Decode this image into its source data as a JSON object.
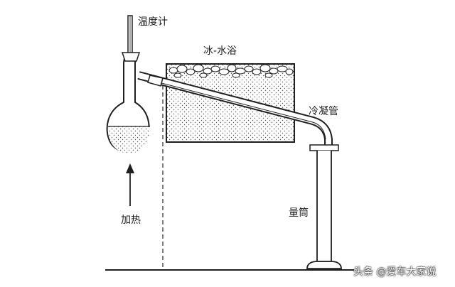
{
  "labels": {
    "thermometer": "温度计",
    "ice_water_bath": "冰-水浴",
    "condenser": "冷凝管",
    "graduated_cylinder": "量筒",
    "heating": "加热"
  },
  "watermark": "头条 @爱车大家说",
  "colors": {
    "ink": "#1f1f1f",
    "liquid": "#f4f4f4",
    "background": "#ffffff"
  }
}
